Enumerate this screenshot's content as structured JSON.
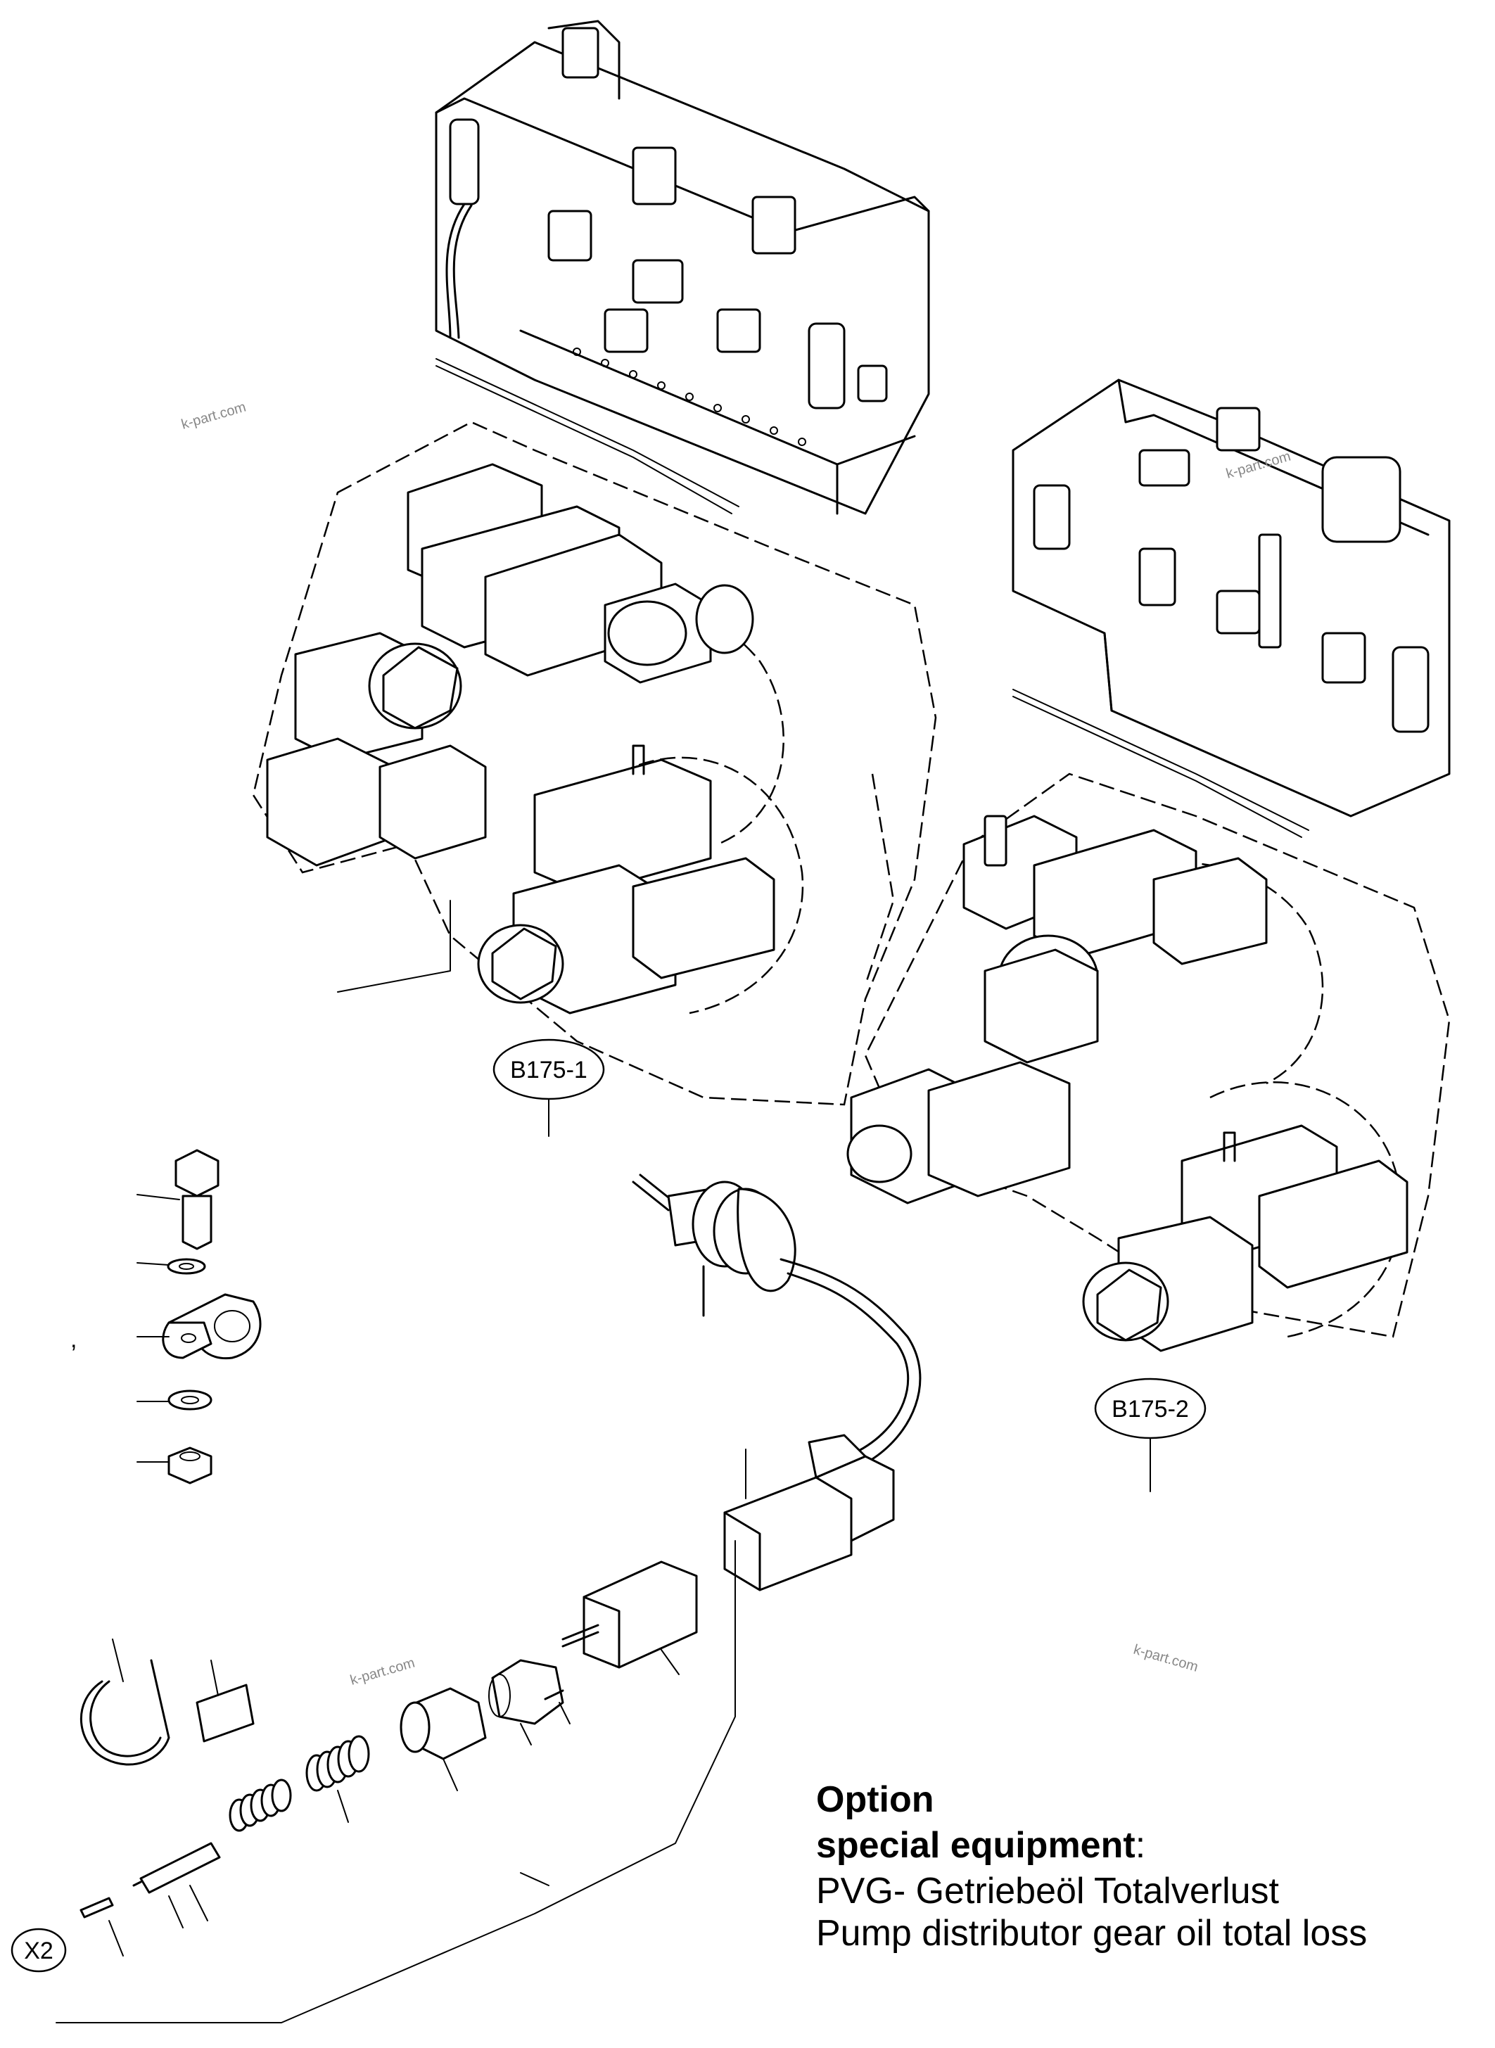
{
  "diagram": {
    "labels": {
      "b175_1": "B175-1",
      "b175_2": "B175-2",
      "x2": "X2"
    },
    "watermarks": [
      "k-part.com",
      "k-part.com",
      "k-part.com",
      "k-part.com"
    ],
    "caption": {
      "line1": "Option",
      "line2": "special equipment",
      "line2_suffix": ":",
      "line3": "PVG- Getriebeöl Totalverlust",
      "line4": "Pump distributor gear oil total loss"
    },
    "stray_mark": ","
  }
}
